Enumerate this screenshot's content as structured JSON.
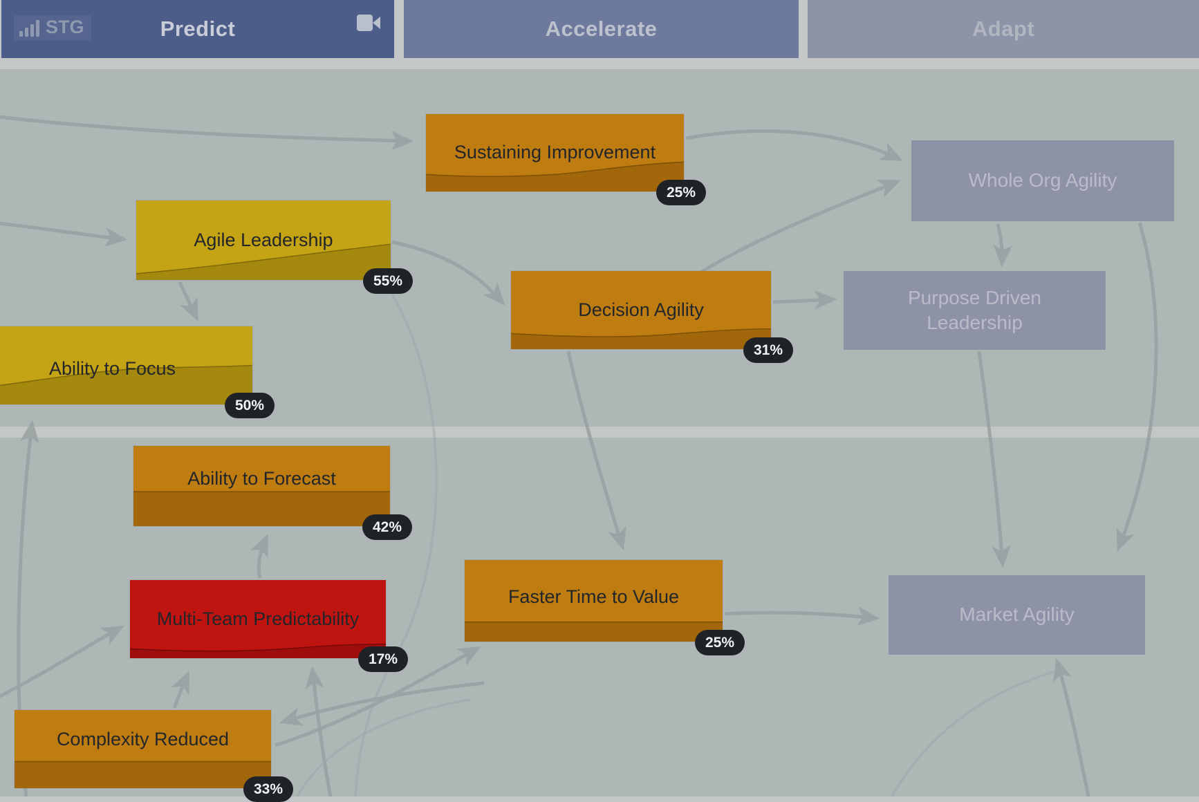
{
  "header": {
    "logo": "STG",
    "tabs": [
      {
        "label": "Predict",
        "active": true
      },
      {
        "label": "Accelerate",
        "active": false
      },
      {
        "label": "Adapt",
        "active": false
      }
    ]
  },
  "nodes": [
    {
      "id": "sustaining-improvement",
      "label": "Sustaining Improvement",
      "value": "25%",
      "status": "orange"
    },
    {
      "id": "agile-leadership",
      "label": "Agile Leadership",
      "value": "55%",
      "status": "gold"
    },
    {
      "id": "ability-to-focus",
      "label": "Ability to Focus",
      "value": "50%",
      "status": "gold"
    },
    {
      "id": "decision-agility",
      "label": "Decision Agility",
      "value": "31%",
      "status": "orange"
    },
    {
      "id": "whole-org-agility",
      "label": "Whole Org Agility",
      "value": "",
      "status": "future"
    },
    {
      "id": "purpose-driven-leadership",
      "label": "Purpose Driven Leadership",
      "value": "",
      "status": "future"
    },
    {
      "id": "ability-to-forecast",
      "label": "Ability to Forecast",
      "value": "42%",
      "status": "orange"
    },
    {
      "id": "multi-team-predictability",
      "label": "Multi-Team Predictability",
      "value": "17%",
      "status": "red"
    },
    {
      "id": "faster-time-to-value",
      "label": "Faster Time to Value",
      "value": "25%",
      "status": "orange"
    },
    {
      "id": "market-agility",
      "label": "Market Agility",
      "value": "",
      "status": "future"
    },
    {
      "id": "complexity-reduced",
      "label": "Complexity Reduced",
      "value": "33%",
      "status": "orange"
    }
  ],
  "edges": [
    {
      "from": "offscreen-left",
      "to": "sustaining-improvement"
    },
    {
      "from": "offscreen-left",
      "to": "agile-leadership"
    },
    {
      "from": "agile-leadership",
      "to": "decision-agility"
    },
    {
      "from": "agile-leadership",
      "to": "ability-to-focus"
    },
    {
      "from": "sustaining-improvement",
      "to": "whole-org-agility"
    },
    {
      "from": "decision-agility",
      "to": "whole-org-agility"
    },
    {
      "from": "decision-agility",
      "to": "purpose-driven-leadership"
    },
    {
      "from": "whole-org-agility",
      "to": "purpose-driven-leadership"
    },
    {
      "from": "multi-team-predictability",
      "to": "ability-to-forecast"
    },
    {
      "from": "complexity-reduced",
      "to": "multi-team-predictability"
    },
    {
      "from": "offscreen-bottom",
      "to": "multi-team-predictability"
    },
    {
      "from": "offscreen-left",
      "to": "multi-team-predictability"
    },
    {
      "from": "decision-agility",
      "to": "faster-time-to-value"
    },
    {
      "from": "complexity-reduced",
      "to": "faster-time-to-value"
    },
    {
      "from": "faster-time-to-value",
      "to": "market-agility"
    },
    {
      "from": "purpose-driven-leadership",
      "to": "market-agility"
    },
    {
      "from": "whole-org-agility",
      "to": "market-agility"
    },
    {
      "from": "offscreen-bottom",
      "to": "market-agility"
    },
    {
      "from": "offscreen-right",
      "to": "complexity-reduced"
    },
    {
      "from": "offscreen-bottom",
      "to": "ability-to-focus"
    }
  ],
  "colors": {
    "canvas": "#aeb6b6",
    "lane_divider": "#c3c7c7",
    "tab_predict": "#4d5d8a",
    "tab_accelerate": "#6d7a9d",
    "tab_adapt": "#8e94a8",
    "node_orange": "#bf7c10",
    "node_orange_dark": "#a2670a",
    "node_gold": "#c4a315",
    "node_gold_dark": "#a5890e",
    "node_red": "#c01411",
    "node_red_dark": "#9d0e0d",
    "node_future": "#8e92a6",
    "badge_bg": "#1f2327",
    "badge_text": "#f2f3f4",
    "arrow": "#9aa3a3"
  }
}
